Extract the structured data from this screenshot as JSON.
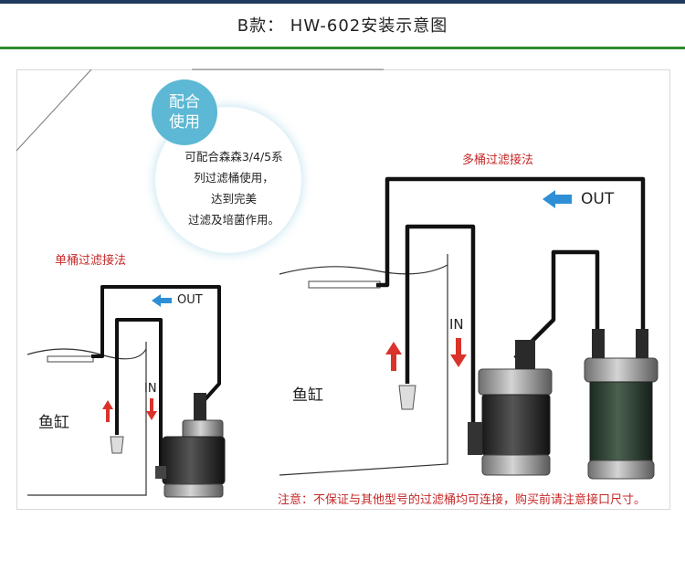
{
  "header": {
    "title": "B款： HW-602安装示意图"
  },
  "badge": {
    "line1": "配合",
    "line2": "使用"
  },
  "bubble": {
    "line1": "可配合森森3/4/5系",
    "line2": "列过滤桶使用，",
    "line3": "达到完美",
    "line4": "过滤及培菌作用。"
  },
  "single": {
    "title": "单桶过滤接法",
    "out": "OUT",
    "in": "IN",
    "tank": "鱼缸"
  },
  "multi": {
    "title": "多桶过滤接法",
    "out": "OUT",
    "in": "IN",
    "tank": "鱼缸"
  },
  "note": "注意：不保证与其他型号的过滤桶均可连接，购买前请注意接口尺寸。",
  "colors": {
    "accent_green": "#2e8b2e",
    "arrow_blue": "#2f8fd6",
    "arrow_red": "#d9332b",
    "badge": "#5cb8d4",
    "text_red": "#c62828"
  }
}
